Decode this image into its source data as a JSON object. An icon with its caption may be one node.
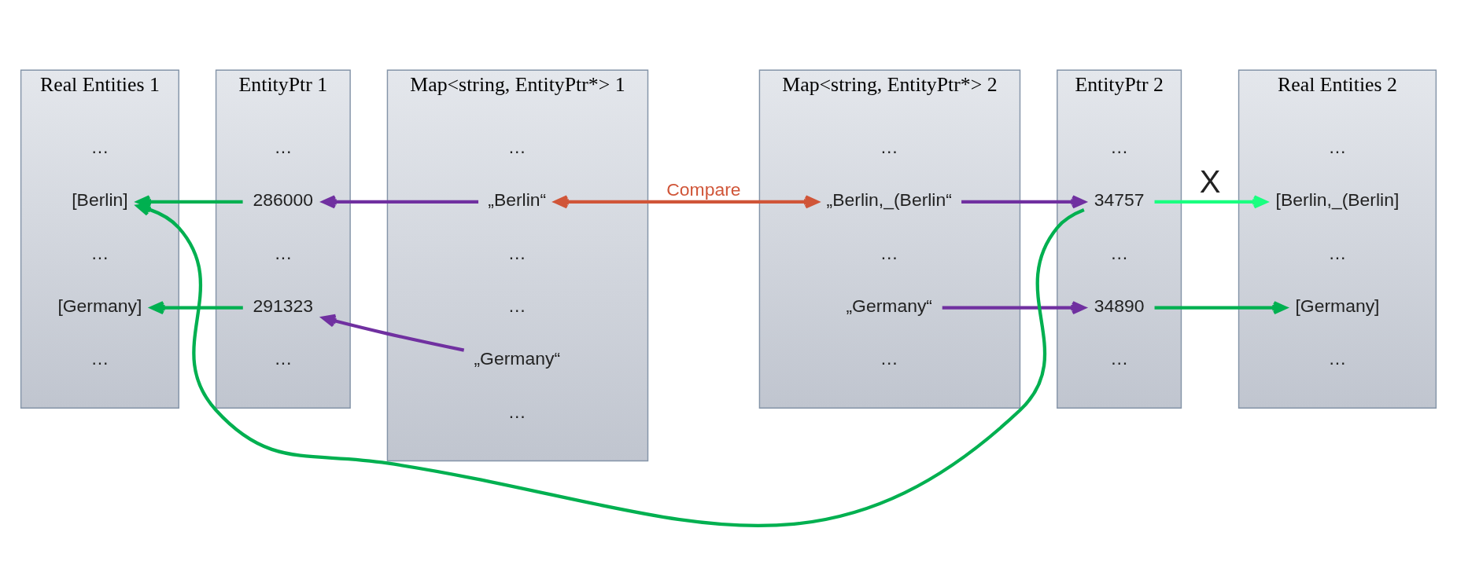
{
  "diagram": {
    "nodes": [
      {
        "text": [
          "Real Entities 1"
        ]
      },
      {
        "text": [
          "[Berlin]"
        ],
        "in": 0
      },
      {
        "text": [
          "[Germany]"
        ],
        "in": 0
      },
      {
        "text": [
          "EntityPtr 1"
        ]
      },
      {
        "text": [
          "286000"
        ],
        "in": 3
      },
      {
        "text": [
          "291323"
        ],
        "in": 3
      },
      {
        "text": [
          "Map<string, EntityPtr*> 1"
        ]
      },
      {
        "text": [
          "„Berlin“"
        ],
        "in": 6
      },
      {
        "text": [
          "„Germany“"
        ],
        "in": 6
      },
      {
        "text": [
          "Map<string, EntityPtr*> 2"
        ]
      },
      {
        "text": [
          "„Berlin,_(Berlin“"
        ],
        "in": 9
      },
      {
        "text": [
          "„Germany“"
        ],
        "in": 9
      },
      {
        "text": [
          "EntityPtr 2"
        ]
      },
      {
        "text": [
          "34757"
        ],
        "in": 12
      },
      {
        "text": [
          "34890"
        ],
        "in": 12
      },
      {
        "text": [
          "Real Entities 2"
        ]
      },
      {
        "text": [
          "[Berlin,_(Berlin]"
        ],
        "in": 15
      },
      {
        "text": [
          "[Germany]"
        ],
        "in": 15
      }
    ],
    "edges": [
      {
        "from": 13,
        "to": 1,
        "arrow": "to"
      },
      {
        "from": 4,
        "to": 1,
        "arrow": "to"
      },
      {
        "from": 5,
        "to": 2,
        "arrow": "to"
      },
      {
        "from": 7,
        "to": 4,
        "arrow": "to",
        "color": "#7030a0"
      },
      {
        "from": 8,
        "to": 5,
        "arrow": "to",
        "color": "#7030a0"
      },
      {
        "from": 7,
        "to": 10,
        "arrow": "both",
        "label": "Compare",
        "color": "#d05538"
      },
      {
        "from": 10,
        "to": 13,
        "arrow": "to",
        "color": "#7030a0"
      },
      {
        "from": 11,
        "to": 14,
        "arrow": "to",
        "color": "#7030a0"
      },
      {
        "from": 13,
        "to": 16,
        "arrow": "to",
        "label": "X",
        "color": "#1aff80"
      },
      {
        "from": 14,
        "to": 17,
        "arrow": "to"
      }
    ],
    "labels": [
      "…",
      "…",
      "…",
      "…",
      "…",
      "…",
      "…",
      "…",
      "…",
      "…",
      "…",
      "…",
      "…",
      "…",
      "…",
      "…",
      "…",
      "…",
      "…"
    ]
  }
}
